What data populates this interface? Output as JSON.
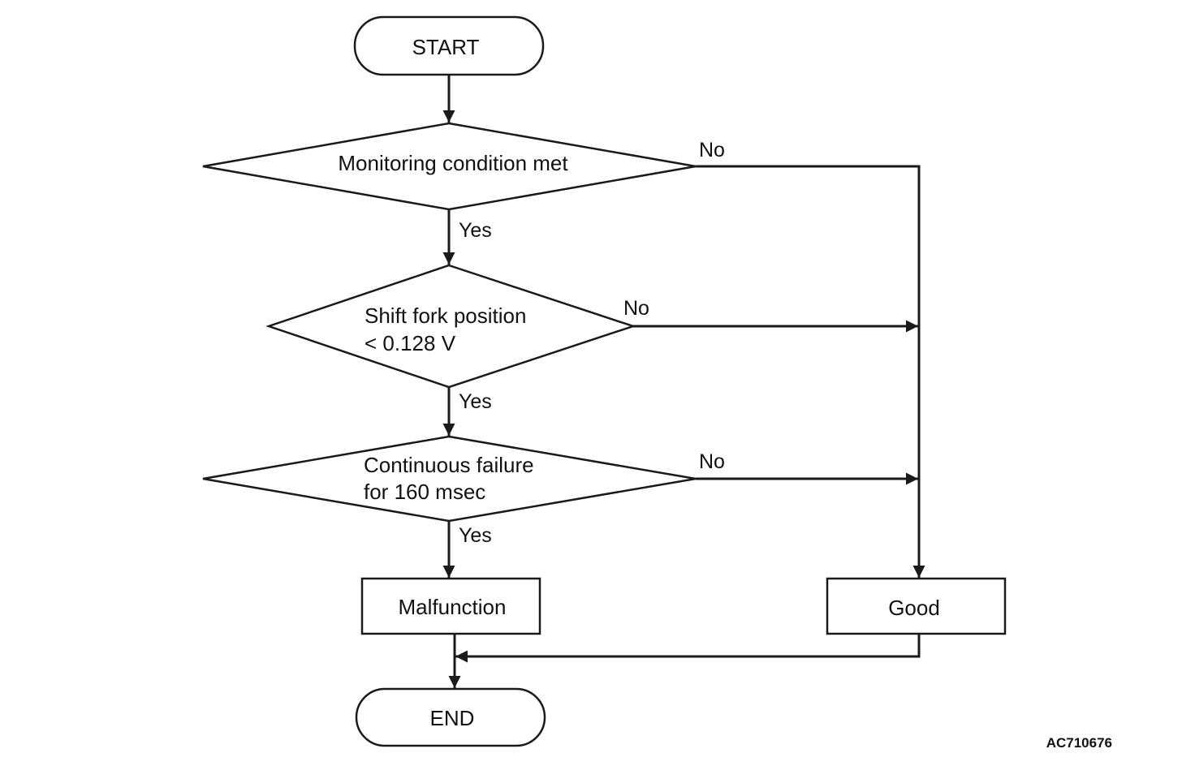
{
  "nodes": {
    "start": "START",
    "decision1": "Monitoring condition met",
    "decision2_line1": "Shift fork position",
    "decision2_line2": "< 0.128 V",
    "decision3_line1": "Continuous failure",
    "decision3_line2": "for 160 msec",
    "malfunction": "Malfunction",
    "good": "Good",
    "end": "END"
  },
  "edges": {
    "d1_yes": "Yes",
    "d1_no": "No",
    "d2_yes": "Yes",
    "d2_no": "No",
    "d3_yes": "Yes",
    "d3_no": "No"
  },
  "reference_code": "AC710676"
}
